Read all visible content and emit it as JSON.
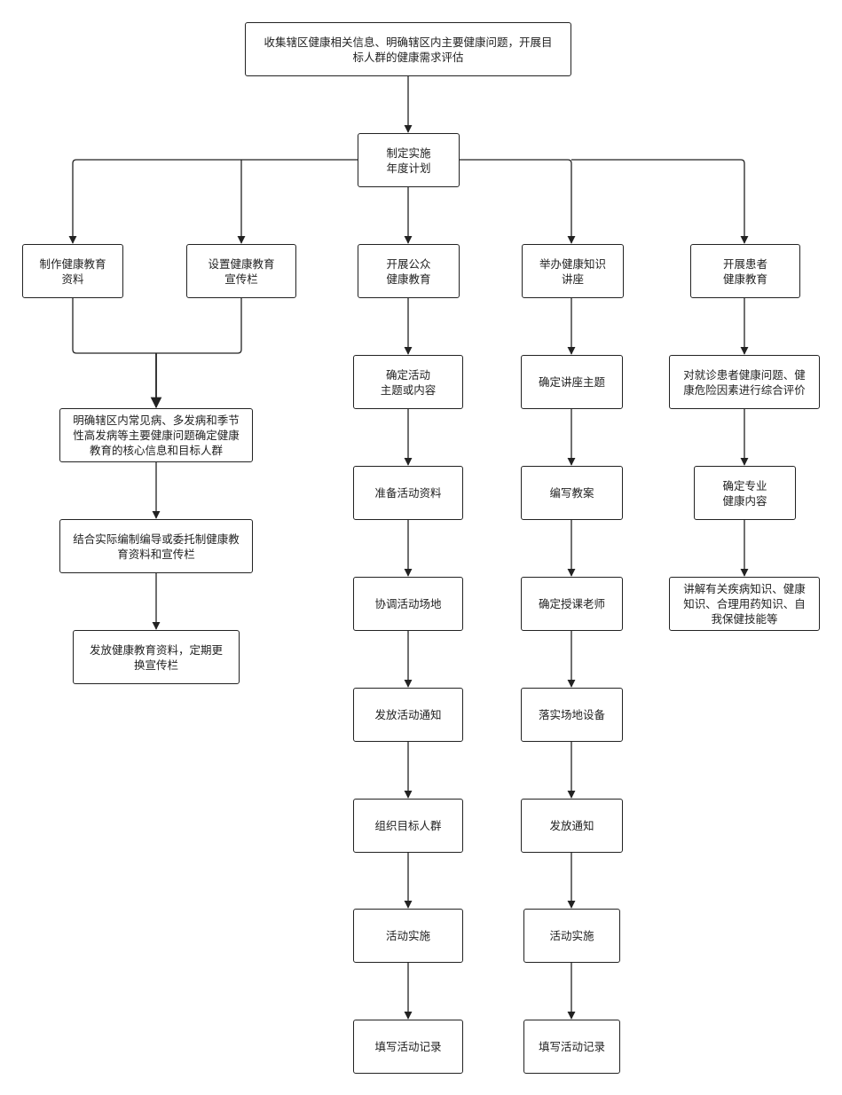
{
  "colors": {
    "stroke": "#222222",
    "text": "#222222",
    "background": "#ffffff"
  },
  "nodes": {
    "assess": "收集辖区健康相关信息、明确辖区内主要健康问题，开展目\n标人群的健康需求评估",
    "plan": "制定实施\n年度计划",
    "make_materials": "制作健康教育\n资料",
    "set_board": "设置健康教育\n宣传栏",
    "public_edu": "开展公众\n健康教育",
    "lecture": "举办健康知识\n讲座",
    "patient_edu": "开展患者\n健康教育",
    "core_info": "明确辖区内常见病、多发病和季节\n性高发病等主要健康问题确定健康\n教育的核心信息和目标人群",
    "compile": "结合实际编制编导或委托制健康教\n育资料和宣传栏",
    "distribute": "发放健康教育资料，定期更\n换宣传栏",
    "pub_topic": "确定活动\n主题或内容",
    "pub_prepare": "准备活动资料",
    "pub_venue": "协调活动场地",
    "pub_notice": "发放活动通知",
    "pub_organize": "组织目标人群",
    "pub_implement": "活动实施",
    "pub_record": "填写活动记录",
    "lec_topic": "确定讲座主题",
    "lec_plan": "编写教案",
    "lec_teacher": "确定授课老师",
    "lec_equipment": "落实场地设备",
    "lec_notice": "发放通知",
    "lec_implement": "活动实施",
    "lec_record": "填写活动记录",
    "pat_evaluate": "对就诊患者健康问题、健\n康危险因素进行综合评价",
    "pat_content": "确定专业\n健康内容",
    "pat_explain": "讲解有关疾病知识、健康\n知识、合理用药知识、自\n我保健技能等"
  }
}
